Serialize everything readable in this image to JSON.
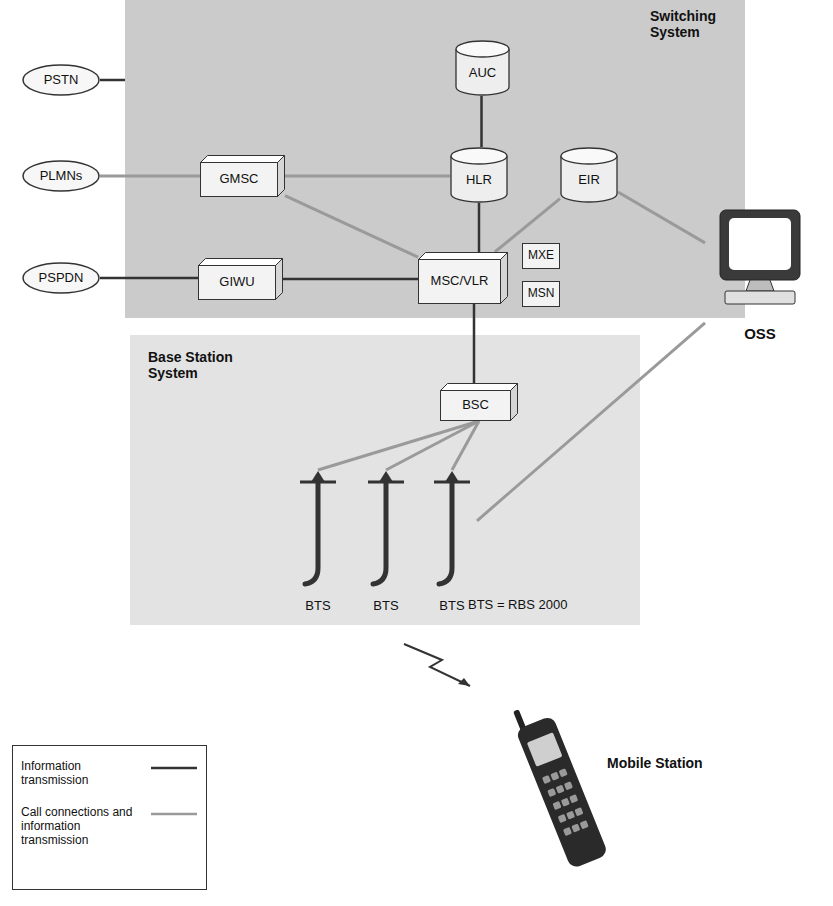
{
  "diagram": {
    "nodes": [
      {
        "text": [
          "Switching System"
        ]
      },
      {
        "text": [
          "PSTN"
        ]
      },
      {
        "text": [
          "AUC"
        ],
        "in": 0
      },
      {
        "text": [
          "PLMNs"
        ]
      },
      {
        "text": [
          "GMSC"
        ],
        "in": 0
      },
      {
        "text": [
          "HLR"
        ],
        "in": 0
      },
      {
        "text": [
          "EIR"
        ],
        "in": 0
      },
      {
        "text": [
          "MXE"
        ],
        "in": 0
      },
      {
        "text": [
          "PSPDN"
        ]
      },
      {
        "text": [
          "GIWU"
        ],
        "in": 0
      },
      {
        "text": [
          "MSC/VLR"
        ],
        "in": 0
      },
      {
        "text": [
          "MSN"
        ],
        "in": 0
      },
      {
        "text": [
          "OSS"
        ]
      },
      {
        "text": [
          "Base Station System"
        ]
      },
      {
        "text": [
          "BSC"
        ],
        "in": 13
      },
      {
        "text": [
          "BTS"
        ],
        "in": 13
      },
      {
        "text": [
          "BTS"
        ],
        "in": 13
      },
      {
        "text": [
          "BTS"
        ],
        "in": 13
      },
      {
        "text": [
          "Mobile Station"
        ]
      }
    ],
    "edges": [
      {
        "from": 1,
        "to": 0,
        "arrow": "none"
      },
      {
        "from": 3,
        "to": 4,
        "arrow": "none"
      },
      {
        "from": 8,
        "to": 9,
        "arrow": "none"
      },
      {
        "from": 2,
        "to": 5,
        "arrow": "none"
      },
      {
        "from": 4,
        "to": 5,
        "arrow": "none"
      },
      {
        "from": 5,
        "to": 10,
        "arrow": "none"
      },
      {
        "from": 4,
        "to": 10,
        "arrow": "none"
      },
      {
        "from": 6,
        "to": 10,
        "arrow": "none"
      },
      {
        "from": 6,
        "to": 12,
        "arrow": "none"
      },
      {
        "from": 9,
        "to": 10,
        "arrow": "none"
      },
      {
        "from": 10,
        "to": 14,
        "arrow": "none"
      },
      {
        "from": 14,
        "to": 15,
        "arrow": "none"
      },
      {
        "from": 14,
        "to": 16,
        "arrow": "none"
      },
      {
        "from": 14,
        "to": 17,
        "arrow": "none"
      },
      {
        "from": 12,
        "to": 17,
        "arrow": "none"
      }
    ],
    "labels": [
      "BTS = RBS 2000"
    ],
    "legend": [
      {
        "text": "Information transmission"
      },
      {
        "text": "Call connections and information transmission"
      }
    ]
  }
}
